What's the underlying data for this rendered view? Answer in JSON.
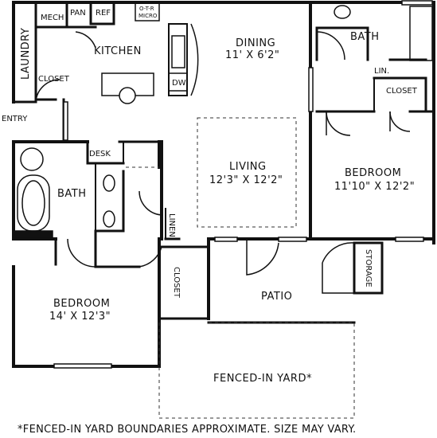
{
  "rooms": {
    "laundry": "LAUNDRY",
    "mech": "MECH",
    "pan": "PAN",
    "ref": "REF",
    "otr_line1": "O-T-R",
    "otr_line2": "MICRO",
    "kitchen": "KITCHEN",
    "dw": "DW",
    "dining": "DINING",
    "dining_size": "11' X 6'2\"",
    "bath_top": "BATH",
    "lin_top": "LIN.",
    "closet_right": "CLOSET",
    "closet_laundry": "CLOSET",
    "entry": "ENTRY",
    "desk": "DESK",
    "bath_left": "BATH",
    "living": "LIVING",
    "living_size": "12'3\" X 12'2\"",
    "bedroom_right": "BEDROOM",
    "bedroom_right_size": "11'10\" X 12'2\"",
    "linen": "LINEN",
    "closet_mid": "CLOSET",
    "storage": "STORAGE",
    "patio": "PATIO",
    "bedroom_left": "BEDROOM",
    "bedroom_left_size": "14' X 12'3\"",
    "yard": "FENCED-IN YARD*"
  },
  "footnote": "*FENCED-IN YARD BOUNDARIES APPROXIMATE. SIZE MAY VARY."
}
